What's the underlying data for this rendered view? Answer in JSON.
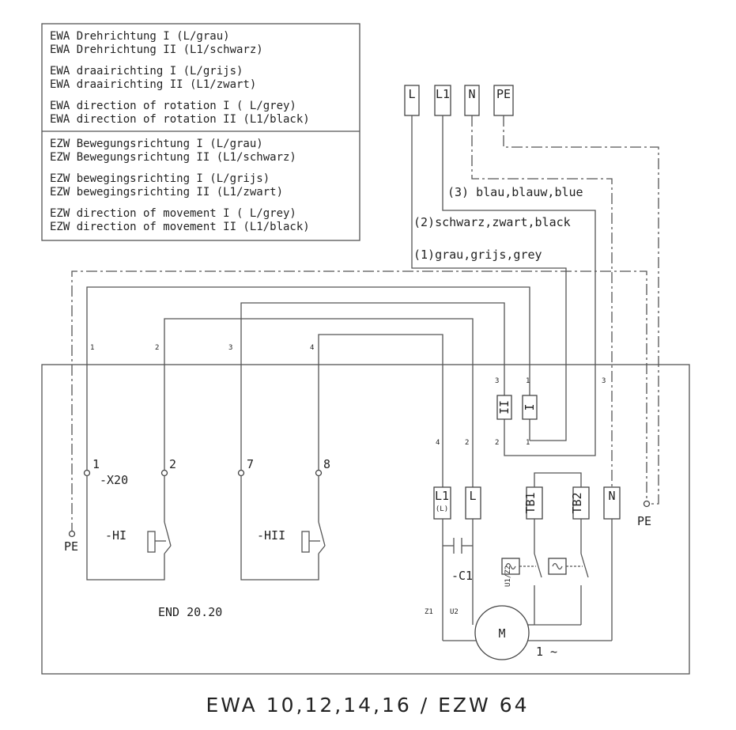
{
  "legend": {
    "ewa_lines": [
      "EWA Drehrichtung I (L/grau)",
      "EWA Drehrichtung II (L1/schwarz)",
      "EWA draairichting I (L/grijs)",
      "EWA draairichting II (L1/zwart)",
      "EWA direction of rotation I ( L/grey)",
      "EWA direction of rotation II (L1/black)"
    ],
    "ezw_lines": [
      "EZW Bewegungsrichtung I (L/grau)",
      "EZW Bewegungsrichtung II (L1/schwarz)",
      "EZW bewegingsrichting I (L/grijs)",
      "EZW bewegingsrichting II (L1/zwart)",
      "EZW direction of movement I ( L/grey)",
      "EZW direction of movement II (L1/black)"
    ]
  },
  "supply_terminals": [
    "L",
    "L1",
    "N",
    "PE"
  ],
  "wire_labels": {
    "blue": "(3) blau,blauw,blue",
    "black": "(2)schwarz,zwart,black",
    "grey": "(1)grau,grijs,grey"
  },
  "numbers": {
    "n1": "1",
    "n2": "2",
    "n3": "3",
    "n4": "4",
    "n7": "7",
    "n8": "8"
  },
  "components": {
    "x20": "-X20",
    "hi": "-HI",
    "hii": "-HII",
    "c1": "-C1",
    "motor": "M",
    "phase": "1 ~",
    "u1z2": "U1/Z2",
    "z1": "Z1",
    "u2": "U2",
    "pe": "PE",
    "end": "END 20.20",
    "sw1": "I",
    "sw2": "II",
    "t_l1": "L1",
    "t_l1sub": "(L)",
    "t_l": "L",
    "t_tb1": "TB1",
    "t_tb2": "TB2",
    "t_n": "N"
  },
  "footer": "EWA 10,12,14,16 / EZW 64"
}
